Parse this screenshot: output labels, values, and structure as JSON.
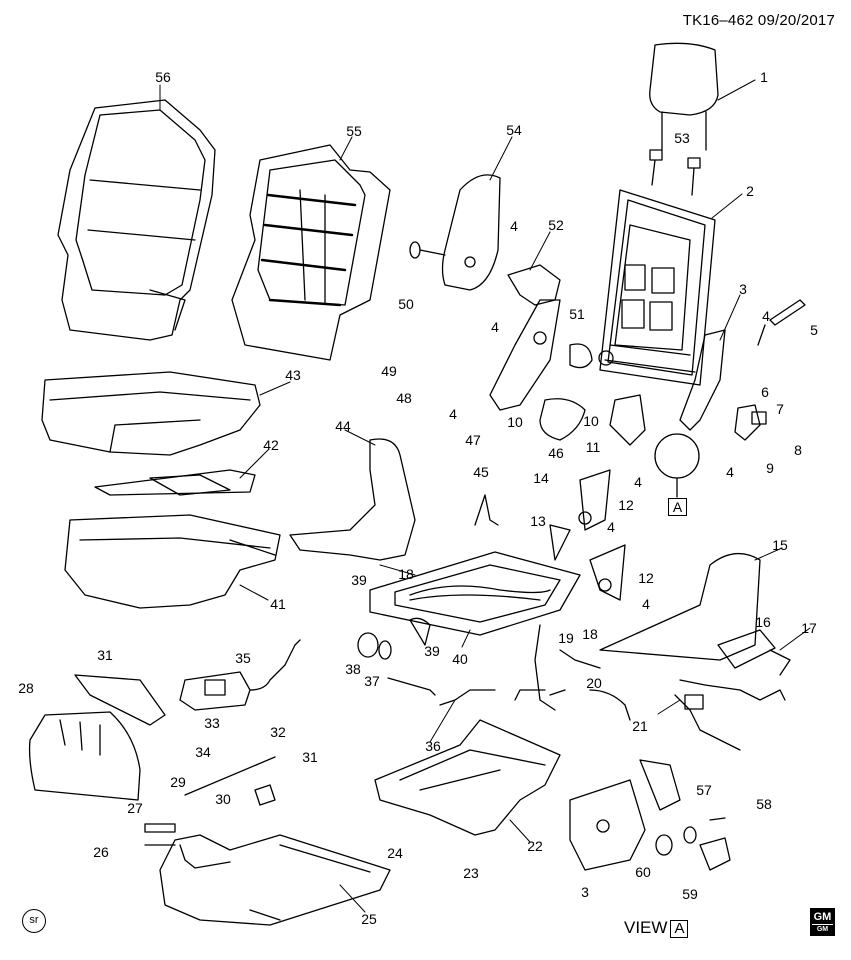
{
  "header": {
    "drawing_code": "TK16–462  09/20/2017"
  },
  "view": {
    "prefix": "VIEW",
    "letter": "A"
  },
  "callout_letter": "A",
  "corner_mark": "sr",
  "logo": {
    "top": "GM",
    "bottom": "GM"
  },
  "part_numbers": [
    "1",
    "2",
    "3",
    "3",
    "4",
    "4",
    "4",
    "4",
    "4",
    "4",
    "4",
    "4",
    "5",
    "6",
    "7",
    "8",
    "9",
    "10",
    "10",
    "11",
    "12",
    "12",
    "13",
    "14",
    "15",
    "16",
    "17",
    "18",
    "18",
    "19",
    "20",
    "21",
    "22",
    "23",
    "24",
    "25",
    "26",
    "27",
    "28",
    "29",
    "30",
    "31",
    "31",
    "32",
    "33",
    "34",
    "35",
    "36",
    "37",
    "38",
    "39",
    "39",
    "40",
    "41",
    "42",
    "43",
    "44",
    "45",
    "46",
    "47",
    "48",
    "49",
    "50",
    "51",
    "52",
    "53",
    "54",
    "55",
    "56",
    "57",
    "58",
    "59",
    "60"
  ]
}
